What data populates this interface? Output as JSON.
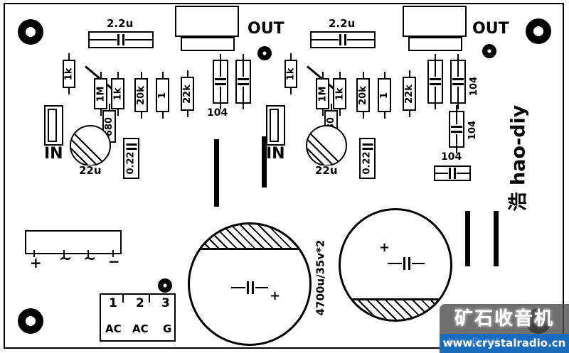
{
  "brand": {
    "vertical_label": "浩 hao-diy"
  },
  "watermark": {
    "title": "矿石收音机",
    "url": "www.crystalradio.cn",
    "faint": "hao-diy.net"
  },
  "labels": {
    "out": "OUT",
    "in": "IN"
  },
  "left_channel": {
    "cap_input": "2.2u",
    "res_1k_top": "1k",
    "res_1M": "1M",
    "res_1k": "1k",
    "res_680": "680",
    "res_20k": "20k",
    "res_1": "1",
    "res_22k": "22k",
    "cap_104": "104",
    "cap_22u": "22u",
    "cap_0_22": "0.22"
  },
  "right_channel": {
    "cap_input": "2.2u",
    "res_1k_top": "1k",
    "res_1M": "1M",
    "res_1k": "1k",
    "res_680": "680",
    "res_20k": "20k",
    "res_1": "1",
    "res_22k": "22k",
    "cap_104_pair": "104",
    "cap_104_mid": "104",
    "cap_104_low": "104",
    "cap_22u": "22u",
    "cap_0_22": "0.22"
  },
  "power_input": {
    "plus": "+",
    "ac_left": "~",
    "ac_right": "~",
    "minus": "−",
    "big_caps_label": "4700u/35v*2",
    "pins": [
      "1",
      "2",
      "3"
    ],
    "pin_names": [
      "AC",
      "AC",
      "G"
    ]
  }
}
